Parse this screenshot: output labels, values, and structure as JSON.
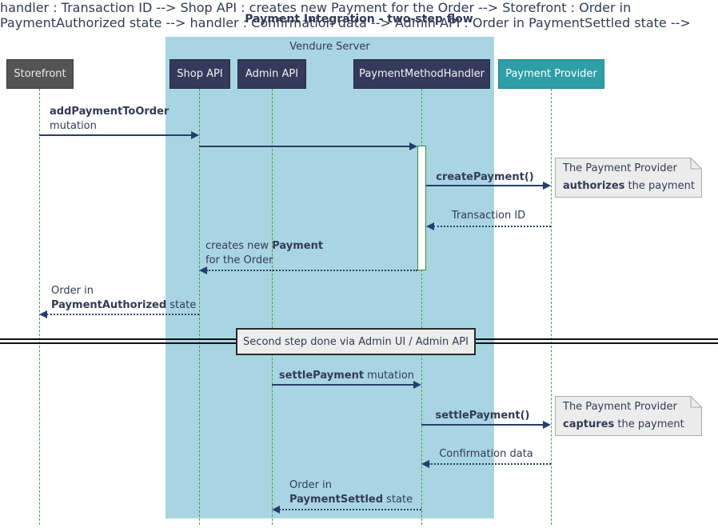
{
  "title": "Payment Integration - two-step flow",
  "frame": {
    "label": "Vendure Server"
  },
  "participants": [
    {
      "label": "Storefront"
    },
    {
      "label": "Shop API"
    },
    {
      "label": "Admin API"
    },
    {
      "label": "PaymentMethodHandler"
    },
    {
      "label": "Payment Provider"
    }
  ],
  "messages": {
    "add_payment": {
      "line1_bold": "addPaymentToOrder",
      "line2": "mutation"
    },
    "create_payment": {
      "label": "createPayment()"
    },
    "transaction_id": {
      "label": "Transaction ID"
    },
    "creates_payment": {
      "line1_pre": "creates new ",
      "line1_bold": "Payment",
      "line2": "for the Order"
    },
    "payment_authorized": {
      "line1": "Order in",
      "line2_bold": "PaymentAuthorized",
      "line2_rest": " state"
    },
    "settle_mutation": {
      "bold": "settlePayment",
      "rest": " mutation"
    },
    "settle_call": {
      "label": "settlePayment()"
    },
    "confirmation": {
      "label": "Confirmation data"
    },
    "payment_settled": {
      "line1": "Order in",
      "line2_bold": "PaymentSettled",
      "line2_rest": " state"
    }
  },
  "divider": {
    "label": "Second step done via Admin UI / Admin API"
  },
  "notes": {
    "authorize": {
      "line1": "The Payment Provider",
      "line2_bold": "authorizes",
      "line2_rest": " the payment"
    },
    "capture": {
      "line1": "The Payment Provider",
      "line2_bold": "captures",
      "line2_rest": " the payment"
    }
  },
  "colors": {
    "frame_fill": "#a9d5e2",
    "participant_internal": "#353a5c",
    "participant_external": "#545454",
    "participant_provider": "#2e9ea7",
    "lifeline_green": "#42a048",
    "activation_border": "#2f9137",
    "arrow_navy": "#253d6b",
    "text_navy": "#333a56",
    "note_fill": "#ececec",
    "divider_box_fill": "#ededed"
  }
}
